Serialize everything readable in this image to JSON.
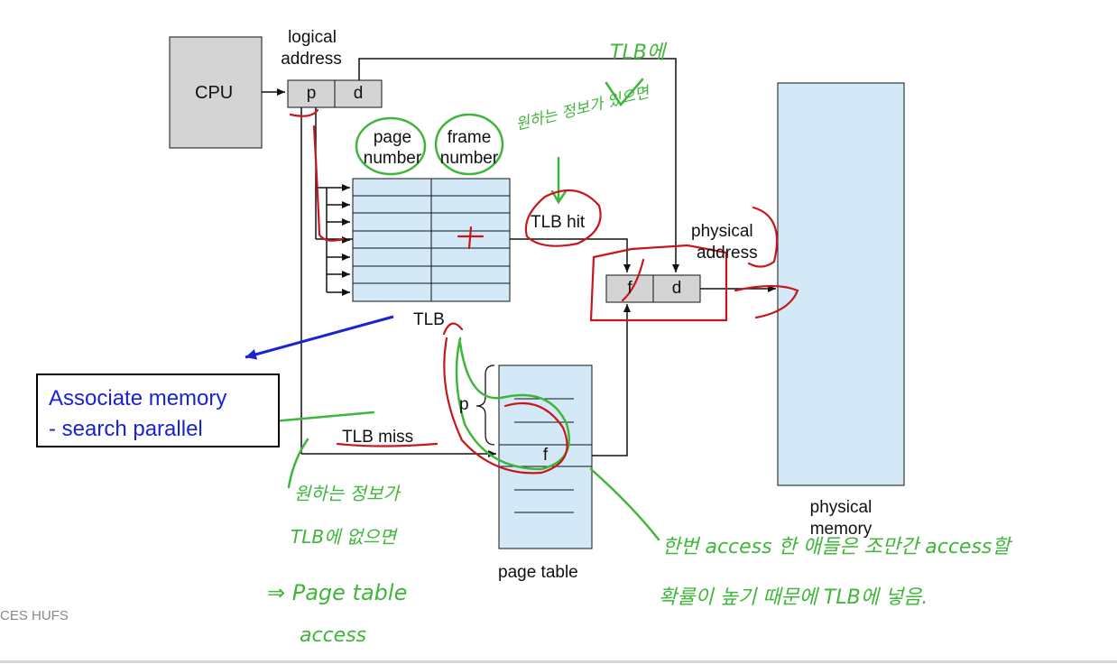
{
  "diagram": {
    "cpu": "CPU",
    "logical_address": [
      "logical",
      "address"
    ],
    "p": "p",
    "d": "d",
    "page_number": [
      "page",
      "number"
    ],
    "frame_number": [
      "frame",
      "number"
    ],
    "tlb": "TLB",
    "tlb_hit": "TLB hit",
    "tlb_miss": "TLB miss",
    "physical_address": [
      "physical",
      "address"
    ],
    "f": "f",
    "page_table": "page table",
    "physical_memory": [
      "physical",
      "memory"
    ],
    "associate_memory": "Associate memory",
    "search_parallel": "- search parallel",
    "footer": "CES HUFS"
  },
  "annotations": {
    "tlb_note": "TLB에",
    "wanted_info_note": "원하는 정보가 있으면",
    "tlb_f": "f",
    "miss_note_1": "원하는 정보가",
    "miss_note_2": "TLB에 없으면",
    "page_table_access_1": "⇒ Page table",
    "page_table_access_2": "access",
    "locality_line1": "한번 access 한 애들은 조만간 access할",
    "locality_line2": "확률이 높기 때문에 TLB에 넣음."
  },
  "colors": {
    "box_gray": "#d4d4d4",
    "light_blue": "#d3e9f8",
    "annotation_green": "#3fb63a",
    "annotation_red": "#c8161d",
    "blue_text": "#1a22d6"
  }
}
